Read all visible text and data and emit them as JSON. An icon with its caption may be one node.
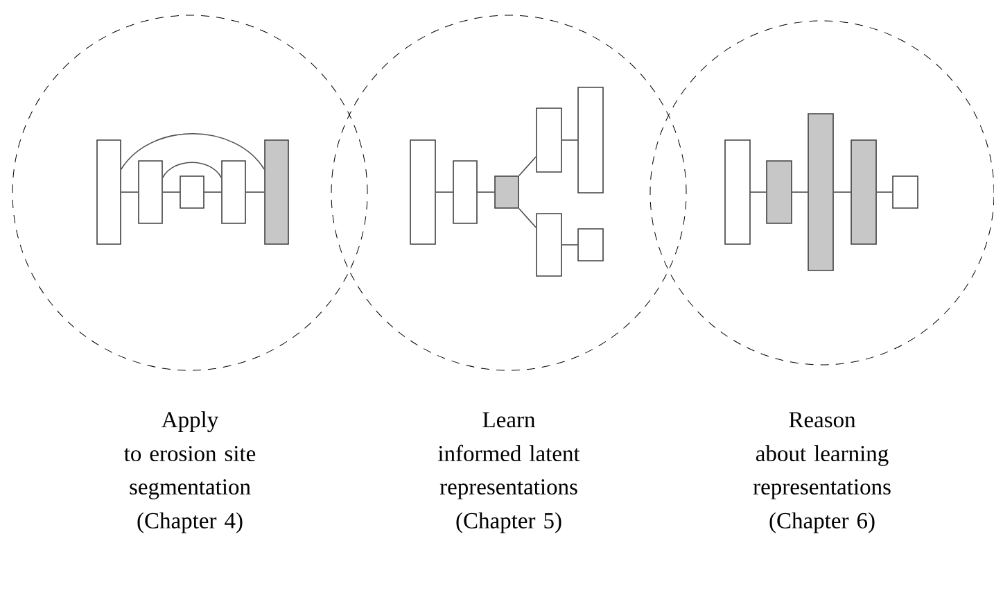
{
  "diagram": {
    "nodes": [
      {
        "text": [
          "Apply",
          "to erosion site segmentation",
          "(Chapter 4)"
        ]
      },
      {
        "text": [],
        "shape": "box",
        "in": 0
      },
      {
        "text": [],
        "shape": "box",
        "in": 0
      },
      {
        "text": [],
        "shape": "box",
        "in": 0
      },
      {
        "text": [],
        "shape": "box",
        "in": 0
      },
      {
        "text": [],
        "shape": "box",
        "in": 0
      },
      {
        "text": [
          "Learn",
          "informed latent representations",
          "(Chapter 5)"
        ]
      },
      {
        "text": [],
        "shape": "box",
        "in": 6
      },
      {
        "text": [],
        "shape": "box",
        "in": 6
      },
      {
        "text": [],
        "shape": "box",
        "in": 6
      },
      {
        "text": [],
        "shape": "box",
        "in": 6
      },
      {
        "text": [],
        "shape": "box",
        "in": 6
      },
      {
        "text": [],
        "shape": "box",
        "in": 6
      },
      {
        "text": [],
        "shape": "box",
        "in": 6
      },
      {
        "text": [
          "Reason",
          "about learning representations",
          "(Chapter 6)"
        ]
      },
      {
        "text": [],
        "shape": "box",
        "in": 14
      },
      {
        "text": [],
        "shape": "box",
        "in": 14
      },
      {
        "text": [],
        "shape": "box",
        "in": 14
      },
      {
        "text": [],
        "shape": "box",
        "in": 14
      },
      {
        "text": [],
        "shape": "box",
        "in": 14
      }
    ],
    "edges": [
      {
        "from": 1,
        "to": 2,
        "arrow": "none"
      },
      {
        "from": 2,
        "to": 3,
        "arrow": "none"
      },
      {
        "from": 3,
        "to": 4,
        "arrow": "none"
      },
      {
        "from": 4,
        "to": 5,
        "arrow": "none"
      },
      {
        "from": 1,
        "to": 5,
        "arrow": "none"
      },
      {
        "from": 2,
        "to": 4,
        "arrow": "none"
      },
      {
        "from": 7,
        "to": 8,
        "arrow": "none"
      },
      {
        "from": 8,
        "to": 9,
        "arrow": "none"
      },
      {
        "from": 9,
        "to": 10,
        "arrow": "none"
      },
      {
        "from": 10,
        "to": 11,
        "arrow": "none"
      },
      {
        "from": 9,
        "to": 12,
        "arrow": "none"
      },
      {
        "from": 12,
        "to": 13,
        "arrow": "none"
      },
      {
        "from": 15,
        "to": 16,
        "arrow": "none"
      },
      {
        "from": 16,
        "to": 17,
        "arrow": "none"
      },
      {
        "from": 17,
        "to": 18,
        "arrow": "none"
      },
      {
        "from": 18,
        "to": 19,
        "arrow": "none"
      }
    ]
  }
}
